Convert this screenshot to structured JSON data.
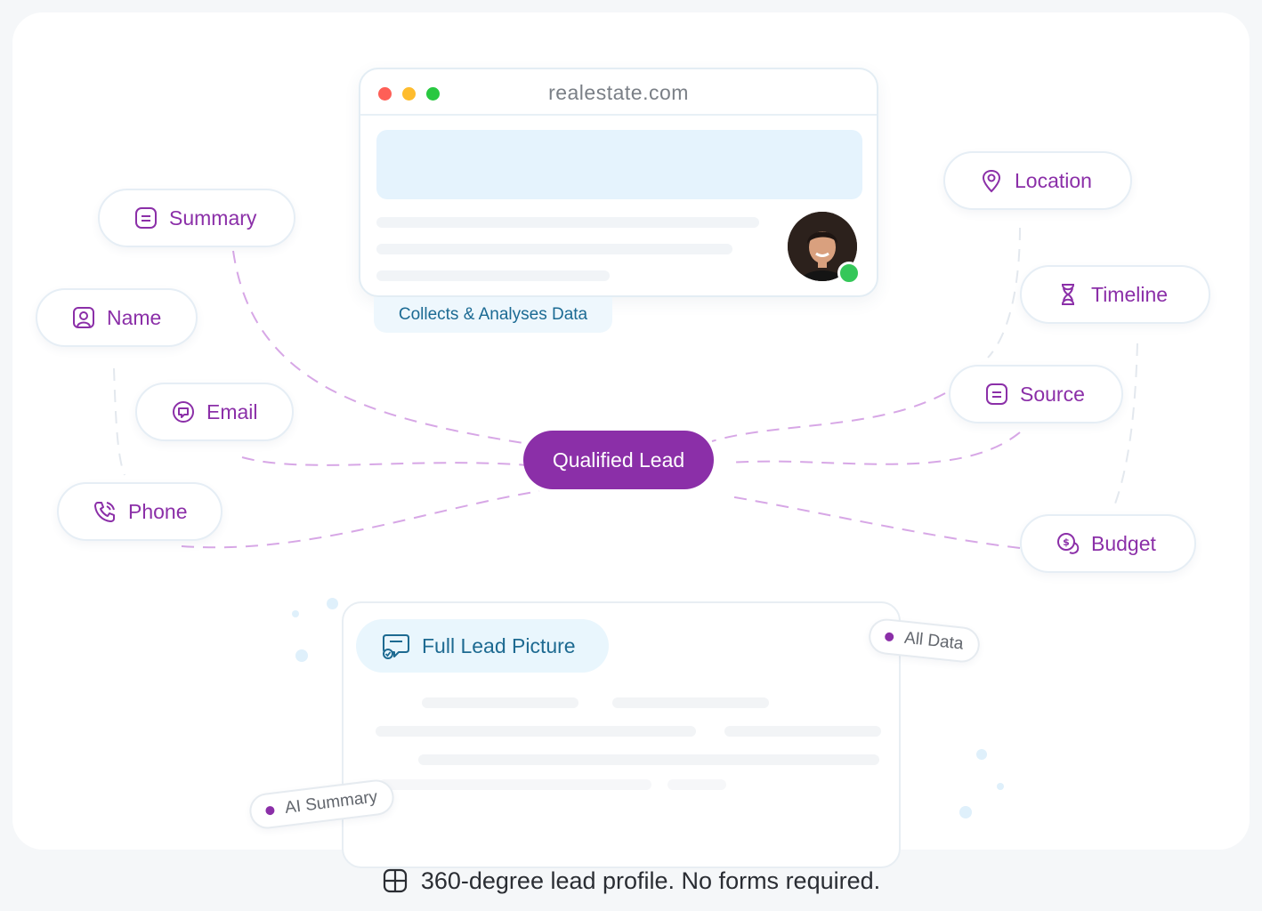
{
  "browser": {
    "url": "realestate.com"
  },
  "caption": "Collects & Analyses Data",
  "center_label": "Qualified Lead",
  "left_fields": [
    {
      "label": "Summary",
      "icon": "summary-icon"
    },
    {
      "label": "Name",
      "icon": "person-icon"
    },
    {
      "label": "Email",
      "icon": "email-icon"
    },
    {
      "label": "Phone",
      "icon": "phone-icon"
    }
  ],
  "right_fields": [
    {
      "label": "Location",
      "icon": "location-pin-icon"
    },
    {
      "label": "Timeline",
      "icon": "hourglass-icon"
    },
    {
      "label": "Source",
      "icon": "source-icon"
    },
    {
      "label": "Budget",
      "icon": "budget-coins-icon"
    }
  ],
  "panel": {
    "title": "Full Lead Picture",
    "tag_all": "All Data",
    "tag_ai": "AI Summary"
  },
  "footer": {
    "text": "360-degree lead profile. No forms required.",
    "icon": "grid-icon"
  },
  "colors": {
    "purple": "#8b2fa8",
    "teal": "#1b6a93",
    "dash": "#d7a7e6",
    "light_blue": "#e5f3fd",
    "online_green": "#35c759"
  }
}
